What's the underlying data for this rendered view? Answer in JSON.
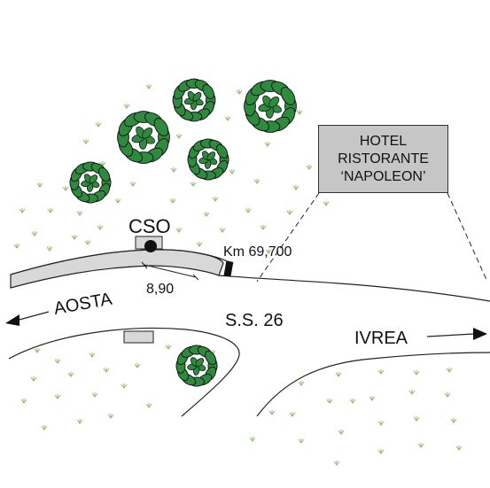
{
  "hotel": {
    "line1": "HOTEL",
    "line2": "RISTORANTE",
    "line3": "‘NAPOLEON’"
  },
  "labels": {
    "site": "CSO",
    "distance": "8,90",
    "km": "Km 69,700",
    "road": "S.S. 26",
    "west": "AOSTA",
    "east": "IVREA"
  },
  "colors": {
    "foliage": "#2e8b3e",
    "grass": "#8fb96b",
    "pad": "#d8d8d8",
    "hotel_box": "#c6c6c6",
    "line": "#222222"
  }
}
